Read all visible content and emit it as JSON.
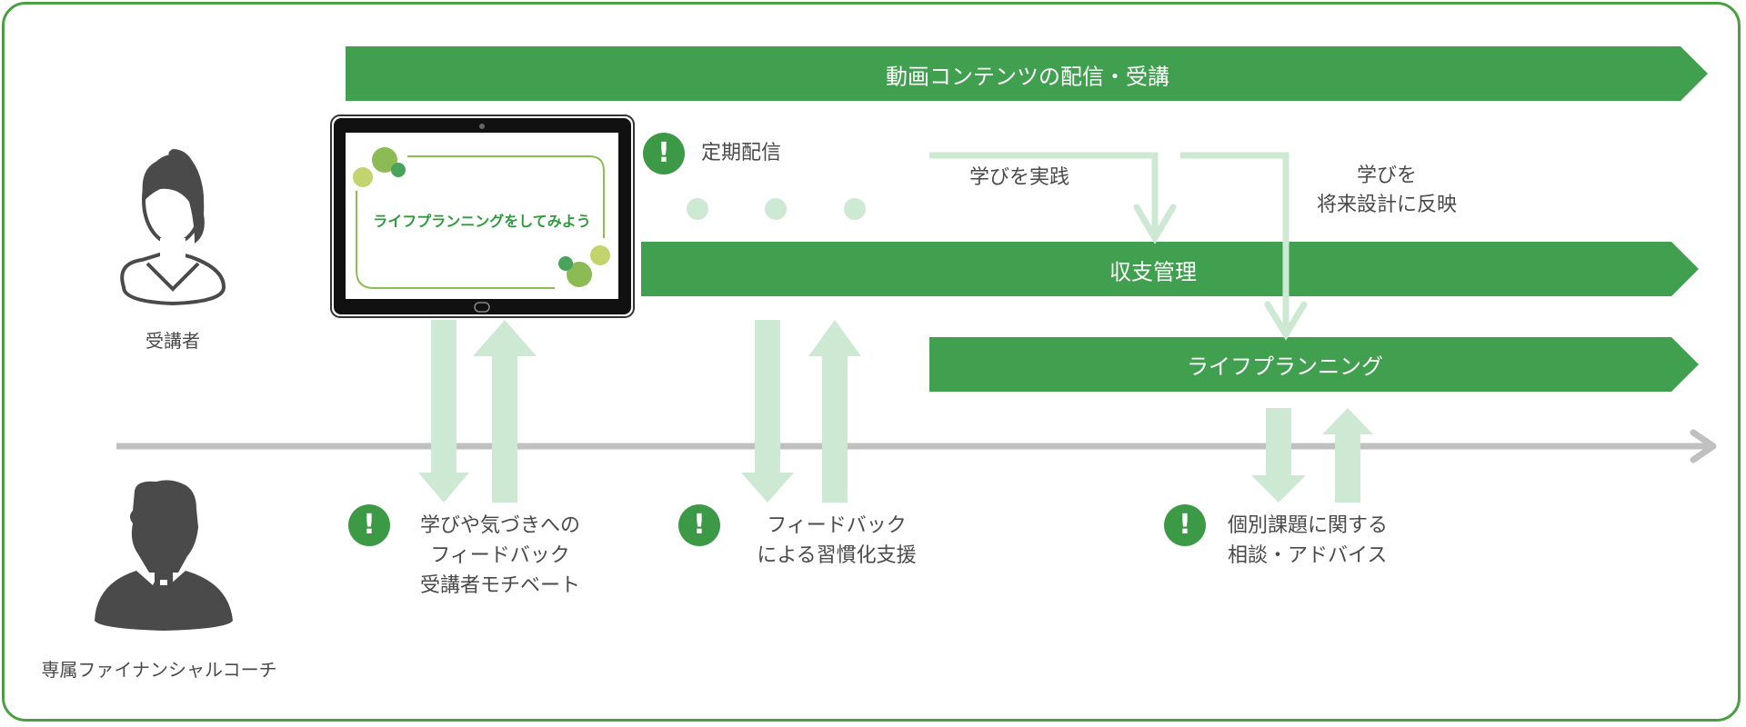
{
  "colors": {
    "frame": "#4aa040",
    "band": "#41a04f",
    "light_arrow": "#cde9d4",
    "timeline": "#c0c0c0",
    "icon_dark": "#4a4a4a",
    "bang": "#3c9a47"
  },
  "actors": {
    "learner": {
      "label": "受講者",
      "icon": "woman-user-icon"
    },
    "coach": {
      "label": "専属ファイナンシャルコーチ",
      "icon": "man-user-icon"
    }
  },
  "bands": [
    {
      "label": "動画コンテンツの配信・受講"
    },
    {
      "label": "収支管理"
    },
    {
      "label": "ライフプランニング"
    }
  ],
  "tablet": {
    "screen_title": "ライフプランニングをしてみよう"
  },
  "learner_notes": {
    "periodic": "定期配信",
    "practice": "学びを実践",
    "reflect_line1": "学びを",
    "reflect_line2": "将来設計に反映"
  },
  "coach_points": [
    {
      "lines": [
        "学びや気づきへの",
        "フィードバック",
        "受講者モチベート"
      ]
    },
    {
      "lines": [
        "フィードバック",
        "による習慣化支援"
      ]
    },
    {
      "lines": [
        "個別課題に関する",
        "相談・アドバイス"
      ]
    }
  ],
  "bang_symbol": "!"
}
